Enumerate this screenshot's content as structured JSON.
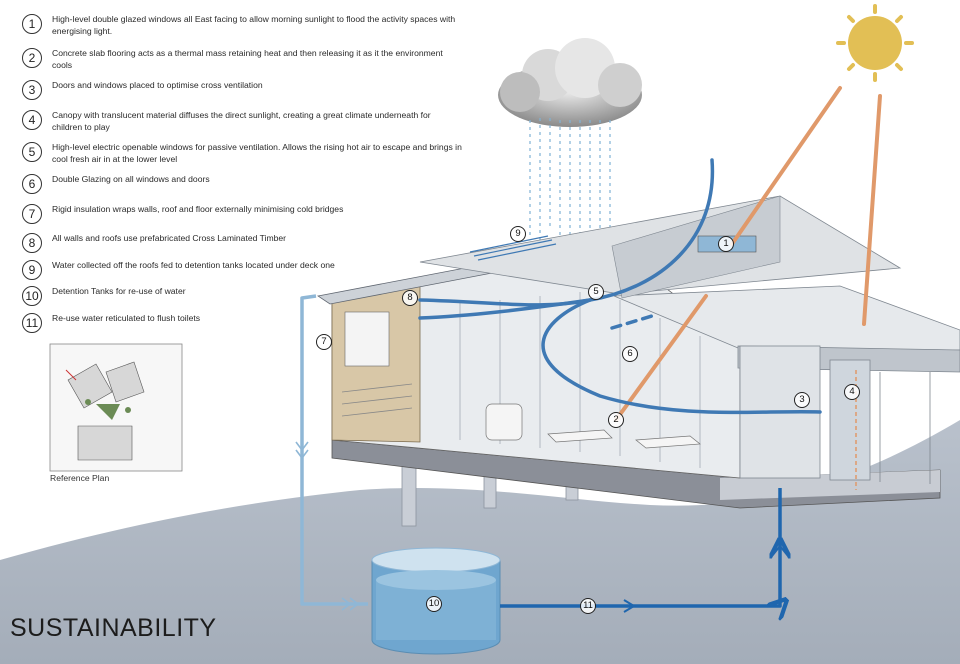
{
  "legend": [
    {
      "num": "1",
      "text": "High-level double glazed windows all East facing to allow morning sunlight to flood the activity spaces with energising light."
    },
    {
      "num": "2",
      "text": "Concrete slab flooring acts as a thermal mass retaining heat and then releasing it as it the environment cools"
    },
    {
      "num": "3",
      "text": "Doors and windows placed to optimise cross ventilation"
    },
    {
      "num": "4",
      "text": "Canopy with translucent material diffuses the direct sunlight, creating a great climate underneath for children to play"
    },
    {
      "num": "5",
      "text": "High-level electric openable windows for passive ventilation. Allows the rising hot air to escape and brings in cool fresh air in at the lower level"
    },
    {
      "num": "6",
      "text": "Double Glazing on all windows and doors"
    },
    {
      "num": "7",
      "text": "Rigid insulation wraps walls, roof and floor externally minimising cold bridges"
    },
    {
      "num": "8",
      "text": "All walls and roofs use prefabricated Cross Laminated Timber"
    },
    {
      "num": "9",
      "text": "Water collected off the roofs fed to detention tanks located under deck one"
    },
    {
      "num": "10",
      "text": "Detention Tanks for re-use of water"
    },
    {
      "num": "11",
      "text": "Re-use water reticulated to flush toilets"
    }
  ],
  "plan_caption": "Reference Plan",
  "title": "SUSTAINABILITY",
  "markers": {
    "m1": "1",
    "m2": "2",
    "m3": "3",
    "m4": "4",
    "m5": "5",
    "m6": "6",
    "m7": "7",
    "m8": "8",
    "m9": "9",
    "m10": "10",
    "m11": "11"
  },
  "colors": {
    "sun": "#e2bf55",
    "sun_ray": "#e0996a",
    "air_flow": "#3f79b4",
    "water_light": "#8fb7d6",
    "water_dark": "#1f66ae",
    "ground": "#b0b8c4",
    "tank": "#7fb2d5"
  }
}
